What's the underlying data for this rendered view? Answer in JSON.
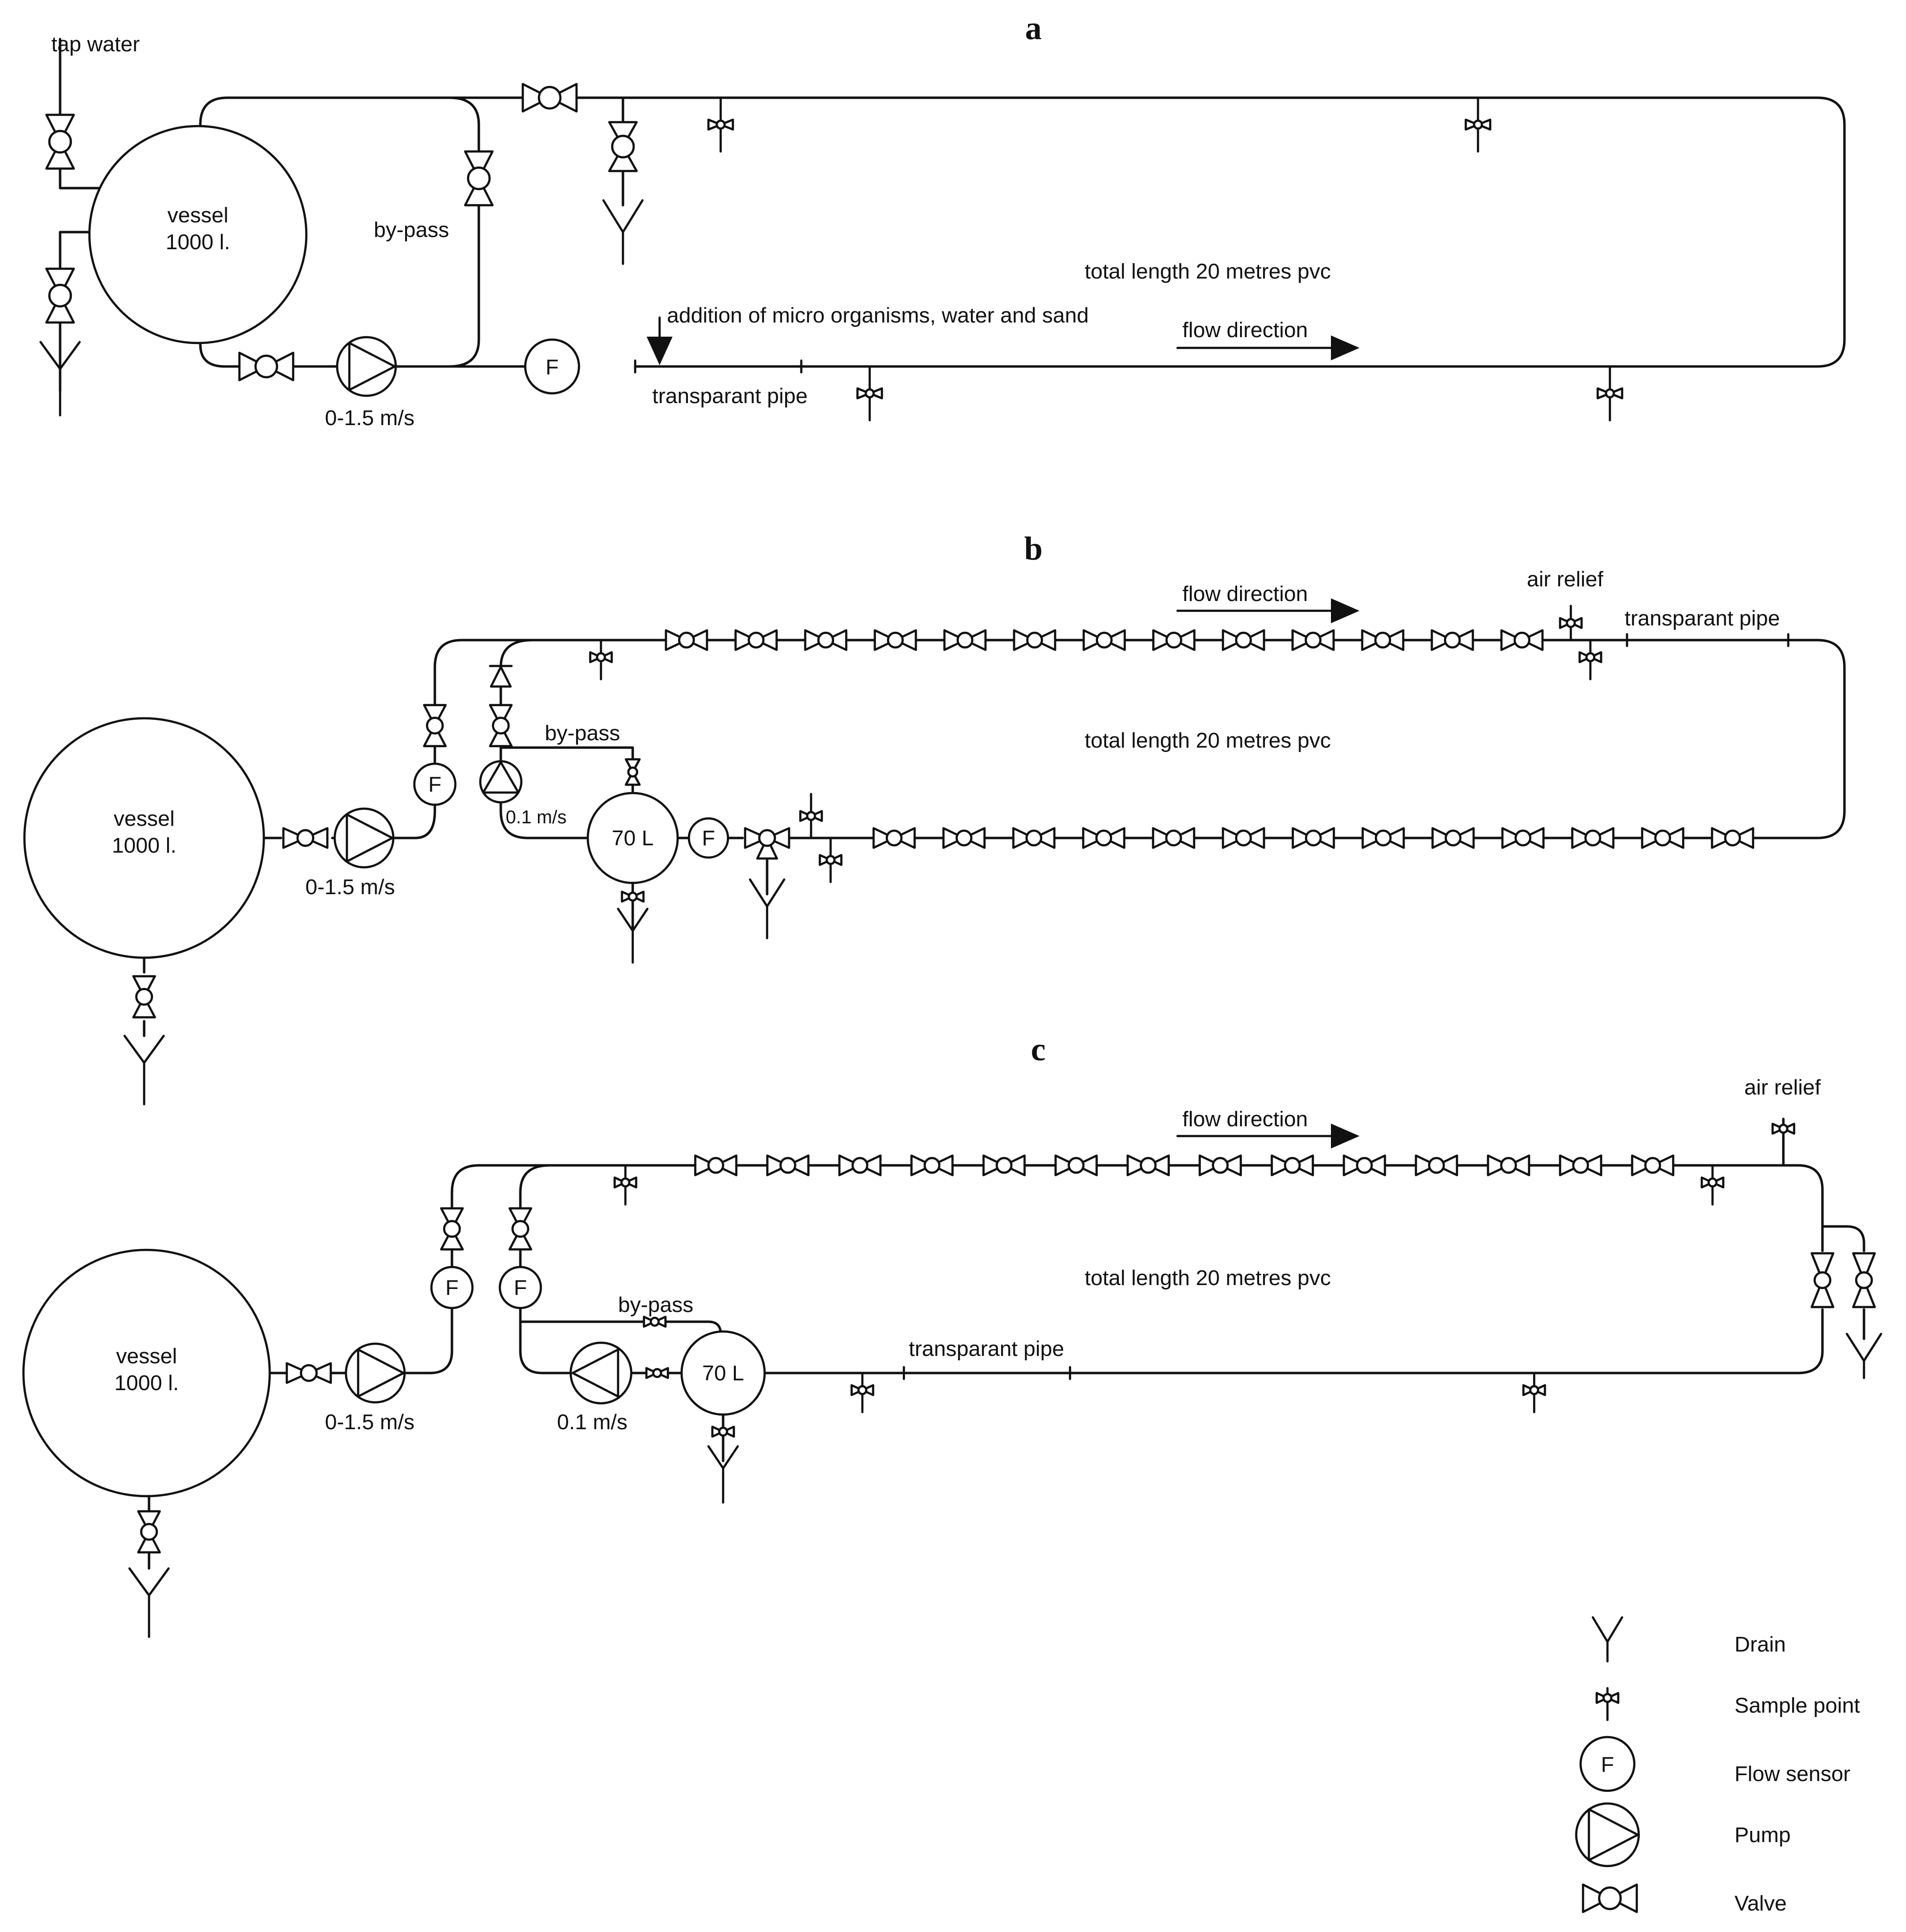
{
  "panels": {
    "a": {
      "label": "a",
      "tap_water": "tap water",
      "vessel_name": "vessel",
      "vessel_volume": "1000 l.",
      "bypass": "by-pass",
      "total_length": "total length 20 metres pvc",
      "addition": "addition of micro organisms, water and sand",
      "flow_direction": "flow direction",
      "pump_speed": "0-1.5 m/s",
      "transparent_pipe": "transparant pipe",
      "flow_sensor_letter": "F"
    },
    "b": {
      "label": "b",
      "flow_direction": "flow direction",
      "air_relief": "air relief",
      "transparent_pipe": "transparant pipe",
      "bypass": "by-pass",
      "total_length": "total length 20 metres pvc",
      "vessel_name": "vessel",
      "vessel_volume": "1000 l.",
      "small_pump_speed": "0.1 m/s",
      "small_vessel": "70 L",
      "pump_speed": "0-1.5 m/s",
      "flow_sensor_letter": "F"
    },
    "c": {
      "label": "c",
      "air_relief": "air relief",
      "flow_direction": "flow direction",
      "total_length": "total length 20 metres pvc",
      "bypass": "by-pass",
      "transparent_pipe": "transparant pipe",
      "vessel_name": "vessel",
      "vessel_volume": "1000 l.",
      "small_vessel": "70 L",
      "pump_speed": "0-1.5 m/s",
      "small_pump_speed": "0.1 m/s",
      "flow_sensor_letter": "F"
    }
  },
  "legend": {
    "drain": "Drain",
    "sample_point": "Sample point",
    "flow_sensor": "Flow sensor",
    "flow_sensor_letter": "F",
    "pump": "Pump",
    "valve": "Valve"
  }
}
